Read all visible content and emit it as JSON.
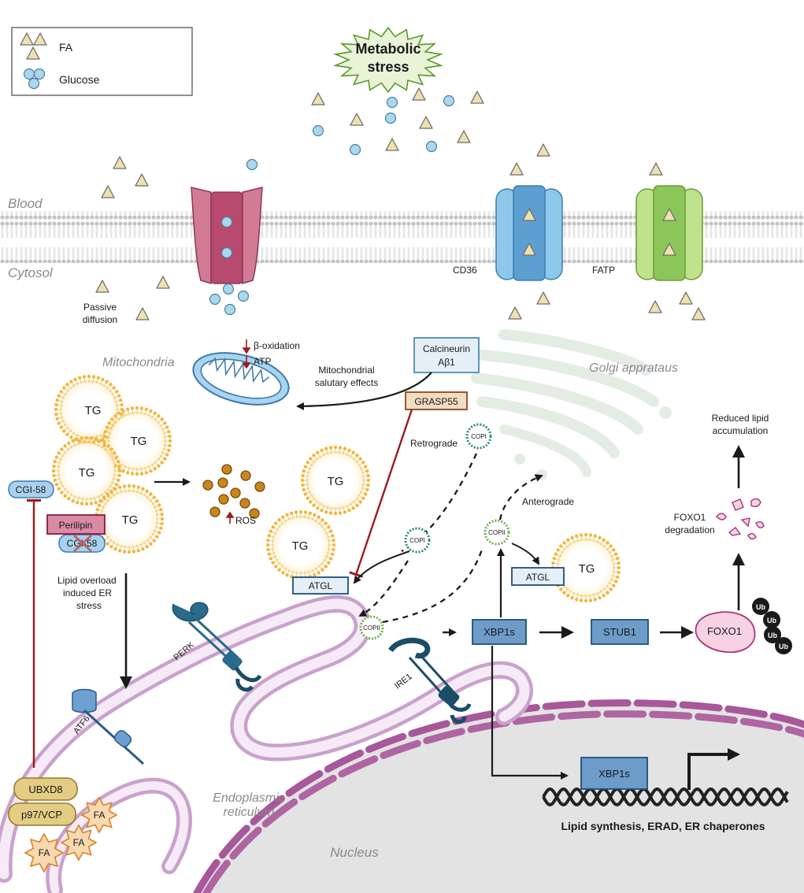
{
  "legend": {
    "fa_label": "FA",
    "glucose_label": "Glucose"
  },
  "stress": {
    "line1": "Metabolic",
    "line2": "stress"
  },
  "compartments": {
    "blood": "Blood",
    "cytosol": "Cytosol",
    "mitochondria": "Mitochondria",
    "golgi": "Golgi apprataus",
    "er_line1": "Endoplasmic",
    "er_line2": "reticulum",
    "nucleus": "Nucleus"
  },
  "transporters": {
    "cd36": "CD36",
    "fatp": "FATP",
    "passive_line1": "Passive",
    "passive_line2": "diffusion"
  },
  "mito": {
    "beta_oxidation": "β-oxidation",
    "atp": "ATP",
    "effects_line1": "Mitochondrial",
    "effects_line2": "salutary effects"
  },
  "proteins": {
    "calcineurin_line1": "Calcineurin",
    "calcineurin_line2": "Aβ1",
    "grasp55": "GRASP55",
    "cgi58": "CGI-58",
    "perilipin": "Perilipin",
    "cgi58_bound": "CGI-58",
    "atgl": "ATGL",
    "atgl2": "ATGL",
    "xbp1s": "XBP1s",
    "xbp1s_nuclear": "XBP1s",
    "stub1": "STUB1",
    "foxo1": "FOXO1",
    "ub": "Ub",
    "ubxd8": "UBXD8",
    "p97": "p97/VCP",
    "perk": "PERK",
    "ire1": "IRE1",
    "atf6": "ATF6"
  },
  "lipid": {
    "tg": "TG",
    "fa": "FA"
  },
  "vesicles": {
    "copi": "COPI",
    "copii": "COPII"
  },
  "labels": {
    "retrograde": "Retrograde",
    "anterograde": "Anterograde",
    "ros": "ROS",
    "er_stress_line1": "Lipid overload",
    "er_stress_line2": "induced ER",
    "er_stress_line3": "stress",
    "reduced_line1": "Reduced lipid",
    "reduced_line2": "accumulation",
    "foxo1_deg_line1": "FOXO1",
    "foxo1_deg_line2": "degradation",
    "targets": "Lipid synthesis, ERAD, ER chaperones"
  },
  "colors": {
    "fa_fill": "#efe0b0",
    "glucose_fill": "#a9d8ee",
    "tg_ring": "#f2b73e",
    "protein_box": "#8aaed3",
    "inhibit_red": "#9b1c1c",
    "er_membrane": "#c9a2cc",
    "nucleus_fill": "#e3e3e3"
  }
}
